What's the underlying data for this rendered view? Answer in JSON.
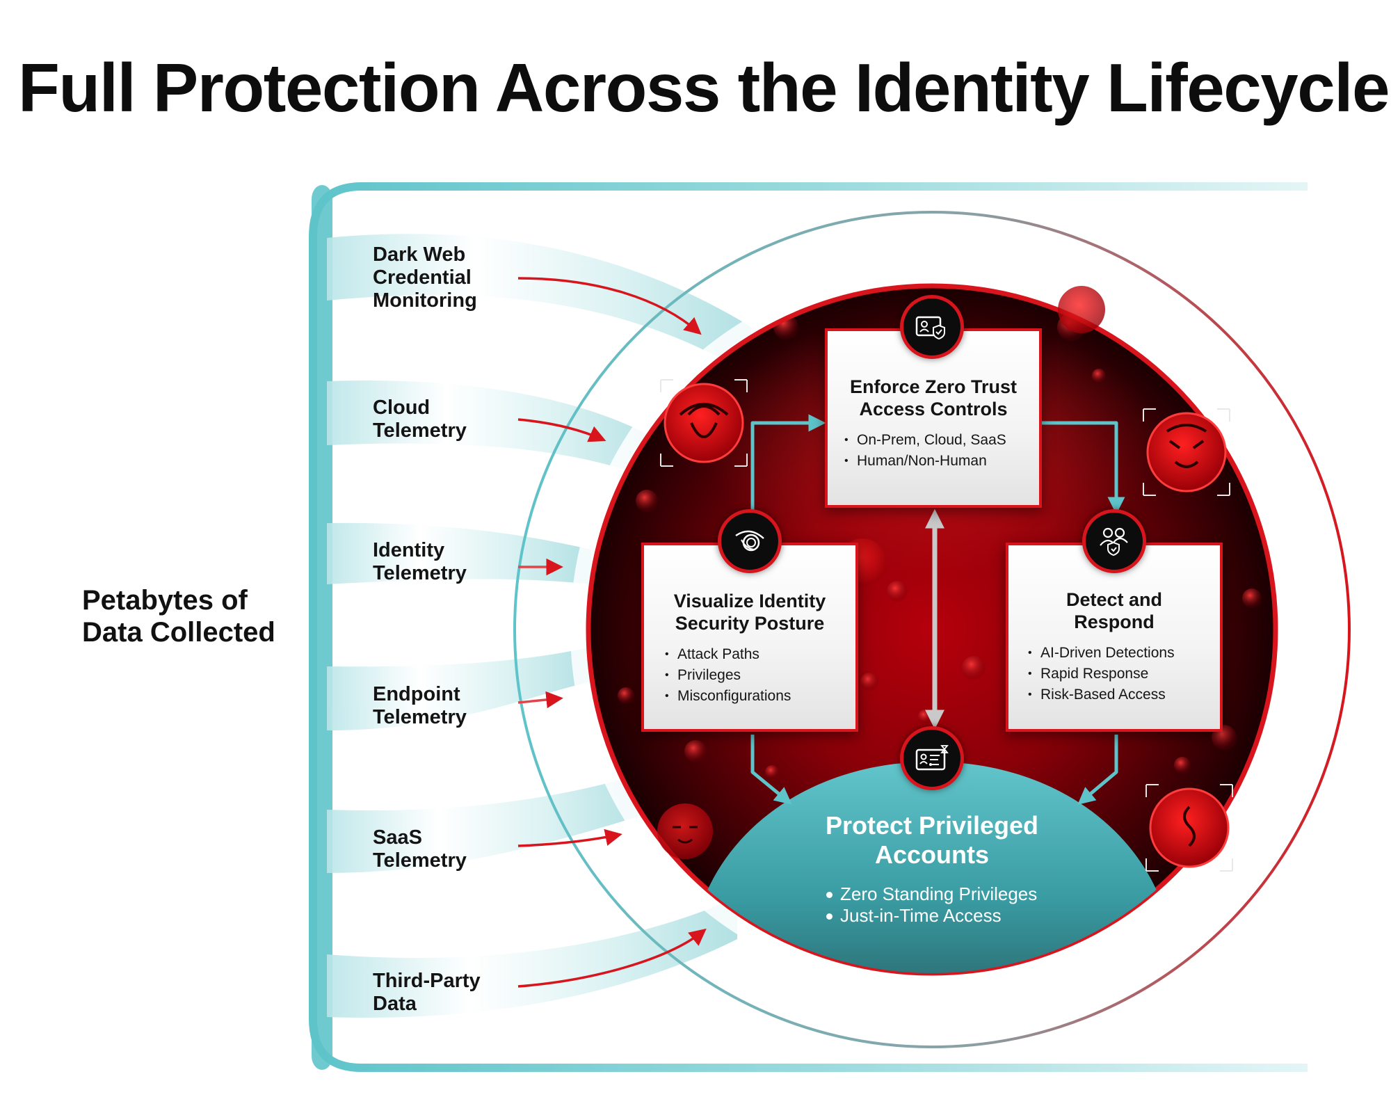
{
  "title": "Full Protection Across the Identity Lifecycle",
  "data_collection": {
    "label": "Petabytes of\nData Collected",
    "sources": [
      "Dark Web\nCredential\nMonitoring",
      "Cloud\nTelemetry",
      "Identity\nTelemetry",
      "Endpoint\nTelemetry",
      "SaaS\nTelemetry",
      "Third-Party\nData"
    ]
  },
  "stages": {
    "zero_trust": {
      "title": "Enforce Zero Trust\nAccess Controls",
      "bullets": [
        "On-Prem, Cloud, SaaS",
        "Human/Non-Human"
      ],
      "icon": "id-card-shield-icon"
    },
    "visualize": {
      "title": "Visualize Identity\nSecurity Posture",
      "bullets": [
        "Attack Paths",
        "Privileges",
        "Misconfigurations"
      ],
      "icon": "eye-icon"
    },
    "detect": {
      "title": "Detect and\nRespond",
      "bullets": [
        "AI-Driven Detections",
        "Rapid Response",
        "Risk-Based Access"
      ],
      "icon": "users-shield-icon"
    },
    "privileged": {
      "title": "Protect Privileged\nAccounts",
      "bullets": [
        "Zero Standing Privileges",
        "Just-in-Time Access"
      ],
      "icon": "credential-hourglass-icon"
    }
  },
  "colors": {
    "brand_red": "#d8141c",
    "teal": "#5ec4ca",
    "dark_red": "#3a0004",
    "text": "#111111"
  }
}
